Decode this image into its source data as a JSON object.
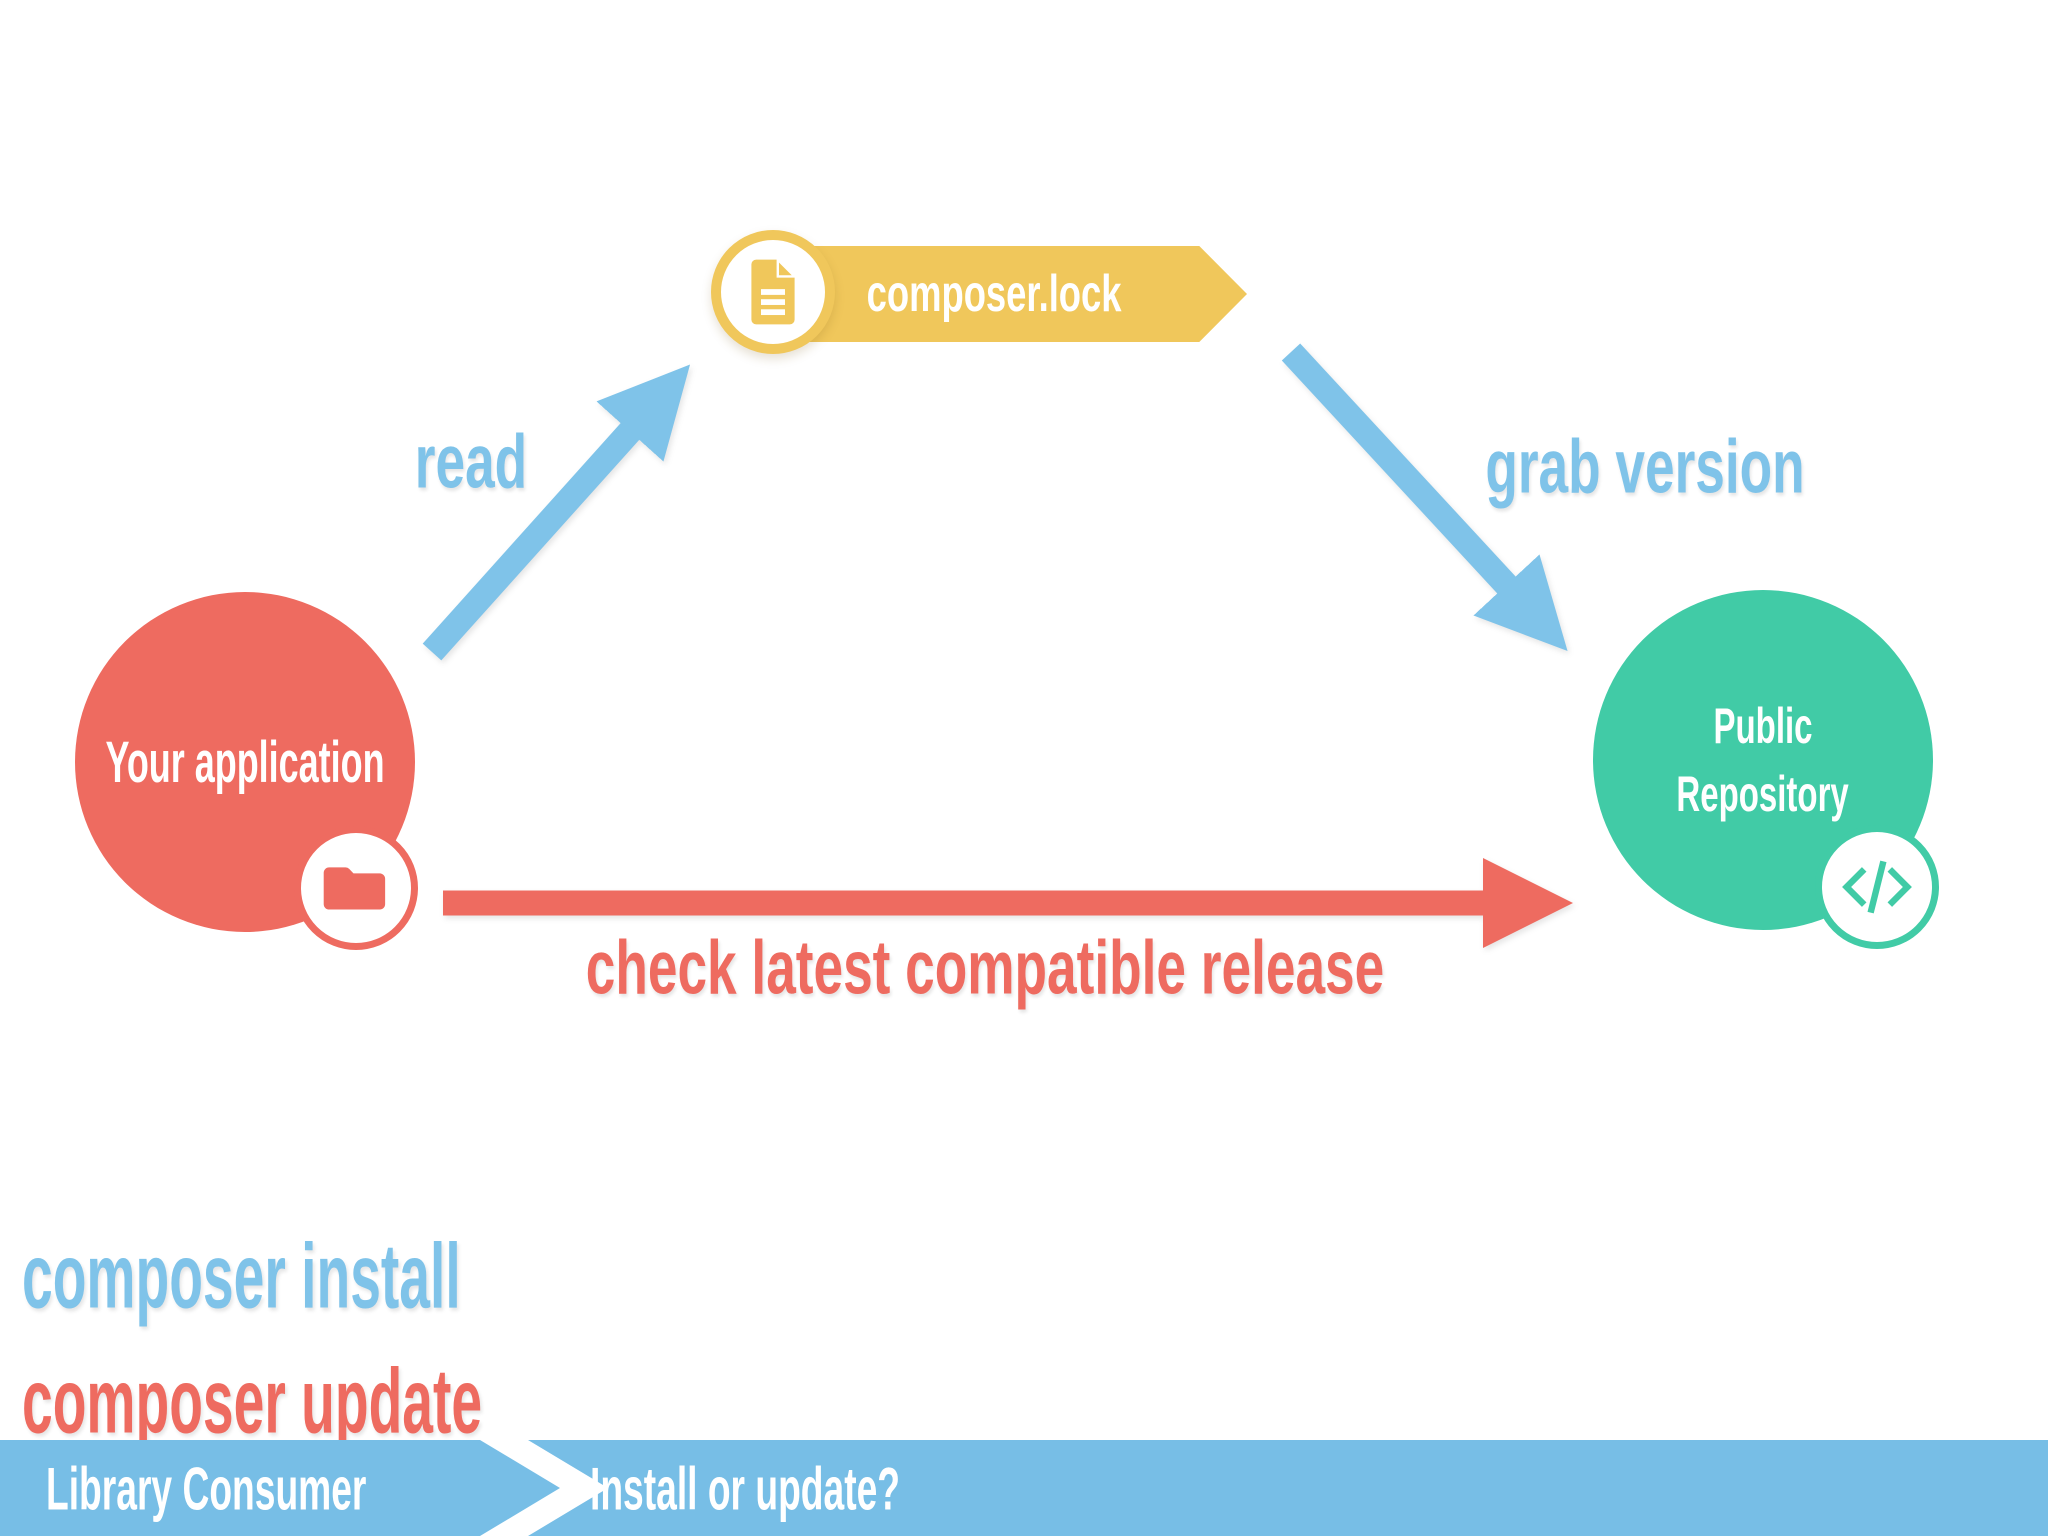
{
  "colors": {
    "red": "#EE6B60",
    "yellow": "#F0C75B",
    "blue": "#7FC3E9",
    "teal": "#41CBA6",
    "footer_blue": "#77BEE6",
    "text_on_shapes": "#FFFFFF"
  },
  "diagram": {
    "application": {
      "label": "Your application",
      "badge_icon": "folder-icon"
    },
    "lockfile": {
      "label": "composer.lock",
      "badge_icon": "document-icon"
    },
    "repository": {
      "line1": "Public",
      "line2": "Repository",
      "badge_icon": "code-icon"
    },
    "edges": {
      "read": "read",
      "grab_version": "grab version",
      "check_release": "check latest compatible release"
    }
  },
  "commands": {
    "install": "composer install",
    "update": "composer update"
  },
  "footer": {
    "left_label": "Library Consumer",
    "right_label": "Install or update?"
  }
}
